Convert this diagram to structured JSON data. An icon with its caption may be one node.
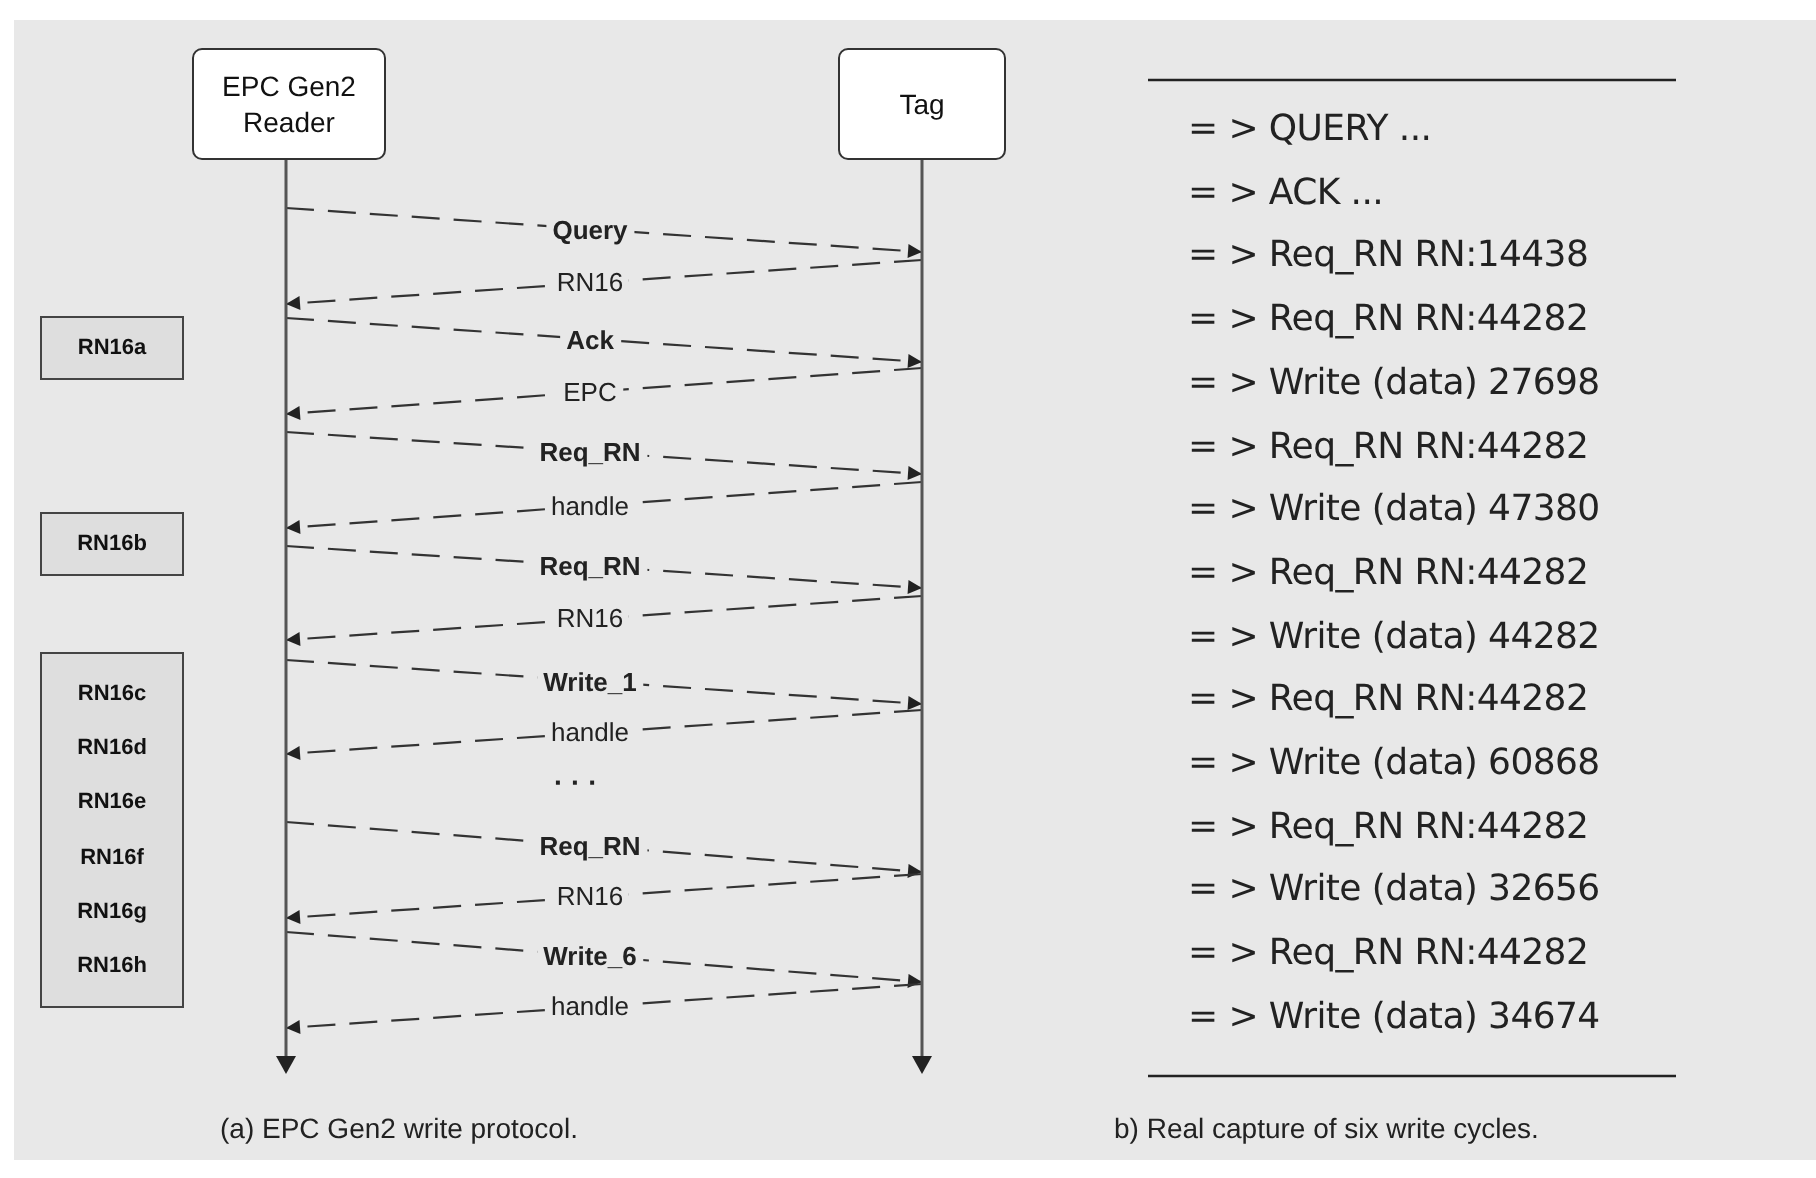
{
  "diagram": {
    "nodes": [
      {
        "text": [
          "EPC Gen2 Reader"
        ]
      },
      {
        "text": [
          "Tag"
        ]
      },
      {
        "text": [
          "RN16a"
        ]
      },
      {
        "text": [
          "RN16b"
        ]
      },
      {
        "text": [
          "RN16c",
          "RN16d",
          "RN16e",
          "RN16f",
          "RN16g",
          "RN16h"
        ]
      }
    ],
    "edges": [
      {
        "from": 0,
        "to": 1,
        "arrow": "to",
        "label": "Query",
        "style": "dashed"
      },
      {
        "from": 1,
        "to": 0,
        "arrow": "to",
        "label": "RN16",
        "style": "dashed"
      },
      {
        "from": 0,
        "to": 1,
        "arrow": "to",
        "label": "Ack",
        "style": "dashed"
      },
      {
        "from": 1,
        "to": 0,
        "arrow": "to",
        "label": "EPC",
        "style": "dashed"
      },
      {
        "from": 0,
        "to": 1,
        "arrow": "to",
        "label": "Req_RN",
        "style": "dashed"
      },
      {
        "from": 1,
        "to": 0,
        "arrow": "to",
        "label": "handle",
        "style": "dashed"
      },
      {
        "from": 0,
        "to": 1,
        "arrow": "to",
        "label": "Req_RN",
        "style": "dashed"
      },
      {
        "from": 1,
        "to": 0,
        "arrow": "to",
        "label": "RN16",
        "style": "dashed"
      },
      {
        "from": 0,
        "to": 1,
        "arrow": "to",
        "label": "Write_1",
        "style": "dashed"
      },
      {
        "from": 1,
        "to": 0,
        "arrow": "to",
        "label": "handle",
        "style": "dashed"
      },
      {
        "from": 0,
        "to": 1,
        "arrow": "to",
        "label": "Req_RN",
        "style": "dashed"
      },
      {
        "from": 1,
        "to": 0,
        "arrow": "to",
        "label": "RN16",
        "style": "dashed"
      },
      {
        "from": 0,
        "to": 1,
        "arrow": "to",
        "label": "Write_6",
        "style": "dashed"
      },
      {
        "from": 1,
        "to": 0,
        "arrow": "to",
        "label": "handle",
        "style": "dashed"
      }
    ],
    "labels": [
      "· · ·",
      "= > QUERY ...",
      "= > ACK ...",
      "= > Req_RN RN:14438",
      "= > Req_RN RN:44282",
      "= > Write (data) 27698",
      "= > Req_RN RN:44282",
      "= > Write (data) 47380",
      "= > Req_RN RN:44282",
      "= > Write (data) 44282",
      "= > Req_RN RN:44282",
      "= > Write (data) 60868",
      "= > Req_RN RN:44282",
      "= > Write (data) 32656",
      "= > Req_RN RN:44282",
      "= > Write (data) 34674",
      "(a) EPC Gen2 write protocol.",
      "b) Real capture of six write cycles."
    ]
  }
}
